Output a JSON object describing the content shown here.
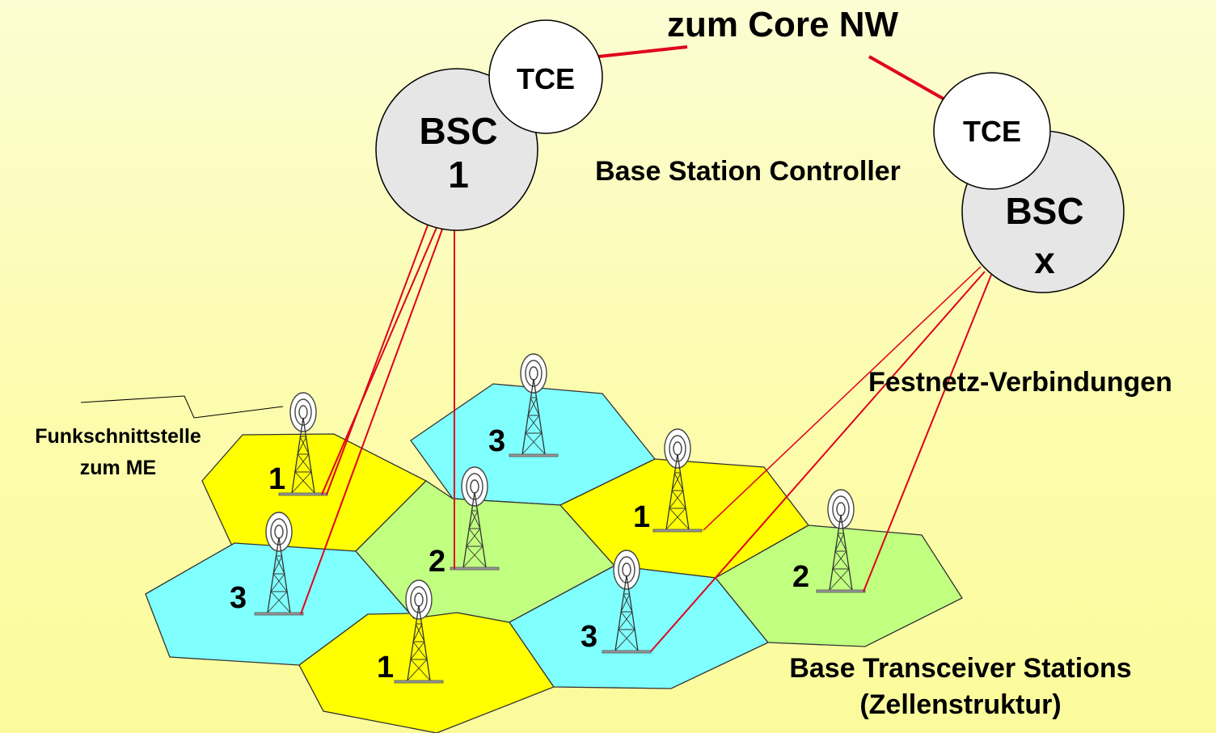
{
  "title": "zum Core NW",
  "bsc1": {
    "tce": "TCE",
    "name": "BSC",
    "number": "1"
  },
  "bscx": {
    "tce": "TCE",
    "name": "BSC",
    "number": "x"
  },
  "labels": {
    "bsc_caption": "Base Station Controller",
    "fixed_links": "Festnetz-Verbindungen",
    "radio_interface_line1": "Funkschnittstelle",
    "radio_interface_line2": "zum ME",
    "bts_line1": "Base Transceiver Stations",
    "bts_line2": "(Zellenstruktur)"
  },
  "cells": [
    {
      "label": "1",
      "color": "yellow"
    },
    {
      "label": "3",
      "color": "cyan"
    },
    {
      "label": "1",
      "color": "yellow"
    },
    {
      "label": "3",
      "color": "cyan"
    },
    {
      "label": "2",
      "color": "green"
    },
    {
      "label": "1",
      "color": "yellow"
    },
    {
      "label": "3",
      "color": "cyan"
    },
    {
      "label": "2",
      "color": "green"
    }
  ],
  "colors": {
    "yellow": "#ffff00",
    "cyan": "#80ffff",
    "green": "#c0ff80",
    "link": "#e0001c",
    "bsc_fill": "#e6e6e6",
    "tce_fill": "#ffffff"
  }
}
